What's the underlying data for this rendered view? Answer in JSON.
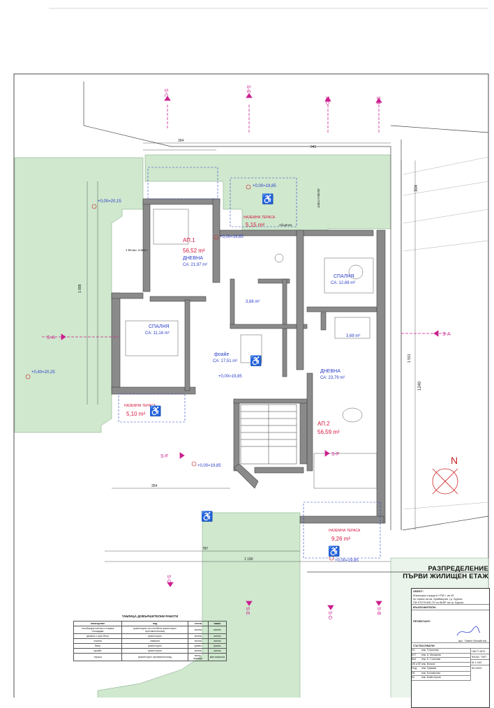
{
  "drawing": {
    "title_line1": "РАЗПРЕДЕЛЕНИЕ",
    "title_line2": "ПЪРВИ ЖИЛИЩЕН ЕТАЖ",
    "north_label": "N",
    "building_width_dim": "1240",
    "overall_dim": "1 180",
    "dim_787": "787",
    "dim_641": "641",
    "dim_394": "394",
    "dim_354": "354",
    "dim_1888": "1 888",
    "dim_1591": "1 591",
    "dim_304": "304"
  },
  "sections": {
    "s_a": "S-A",
    "s_b": "S-B",
    "s_c": "S-C",
    "s_d": "S-D",
    "s_e": "S-E",
    "s_f": "S-F"
  },
  "levels": {
    "l1": "+0,00=19,85",
    "l2": "+0,00=20,15",
    "l3": "+0,40=20,25",
    "l4": "+0,00=19,85",
    "l5": "+0,00=19,85",
    "l6": "+0,00=19,85",
    "l7": "+0,00=19,85"
  },
  "rooms": {
    "ap1_label": "АП.1",
    "ap1_area": "56,52 m²",
    "living1_name": "ДНЕВНА",
    "living1_area": "СА: 21,97 m²",
    "bed1_name": "СПАЛНЯ",
    "bed1_area": "СА: 11,16 m²",
    "foyer_name": "фоайе",
    "foyer_area": "СА: 17,51 m²",
    "terrace1_name": "НАЗЕМНА ТЕРАСА",
    "terrace1_area": "5,15 m²",
    "terrace2_name": "НАЗЕМНА ТЕРАСА",
    "terrace2_area": "5,10 m²",
    "terrace3_name": "НАЗЕМНА ТЕРАСА",
    "terrace3_area": "9,26 m²",
    "bath1_area": "3,68 m²",
    "bath2_area": "3,68 m²",
    "ap2_label": "АП.2",
    "ap2_area": "56,59 m²",
    "bed2_name": "СПАЛНЯ",
    "bed2_area": "СА: 12,68 m²",
    "living2_name": "ДНЕВНА",
    "living2_area": "СА: 23,79 m²",
    "common_label": "общинка",
    "green_label": "ЗЕЛЕН ПЛЕТ",
    "storage_label": "1 Външ. клим.т."
  },
  "title_block": {
    "object_label": "ОБЕКТ:",
    "object_text_1": "Жилищна сграда в УПИ I, кв.15",
    "object_text_2": "по плана на кв. Крайморие, гр. Бургас,",
    "object_text_3": "ПИ 07079.830.70 по КККР на гр. Бургас",
    "investor_label": "ВЪЗЛОЖИТЕЛИ:",
    "designer_label": "ПРОЕКТАНТ:",
    "architect": "арх. Павел Михайлов",
    "approved_label": "СЪГЛАСУВАЛИ",
    "part_label": "ЧАСТ:АРХ",
    "scale": "М 1:100",
    "date": "05.2024",
    "stage": "ФАЗА: ТИП",
    "rows": [
      [
        "СК",
        "инж. П.Кралева"
      ],
      [
        "Е/П",
        "инж. А. Малакова"
      ],
      [
        "ВиК",
        "инж. Б. Стоилова"
      ],
      [
        "ОВ и ЕЕ",
        "инж. Волков"
      ],
      [
        "Геод.",
        "инж. Грамова"
      ],
      [
        "ПБ",
        "инж. Богомилова"
      ],
      [
        "Ел.",
        "инж. Бойко Кунов"
      ]
    ]
  },
  "finishes": {
    "title": "ТАБЛИЦА ДОВЪРШИТЕЛНИ РАБОТИ",
    "headers": [
      "помещение",
      "под",
      "стени",
      "таван"
    ],
    "rows": [
      [
        "стълбищна клетка и етажна площадка",
        "гранитогрес за стълбата гранитогрес противоплъзгащ",
        "латекс",
        "латекс"
      ],
      [
        "дневна с кухн.блок",
        "гранитогрес",
        "латекс",
        "латекс"
      ],
      [
        "спалня",
        "ламинат",
        "латекс",
        "латекс"
      ],
      [
        "баня",
        "гранитогрес",
        "фаянс",
        "фаянс"
      ],
      [
        "фоайе",
        "гранитогрес",
        "латекс",
        "латекс"
      ],
      [
        "тераса",
        "гранитогрес противоплъзгащ",
        "външ. фасади",
        "мин.мазилка"
      ]
    ]
  },
  "colors": {
    "wall": "#8a8a8a",
    "green": "#cde8cc",
    "magenta": "#cc1f8f",
    "red": "#d4143b",
    "blue": "#2a3cc8",
    "dim": "#222222"
  }
}
